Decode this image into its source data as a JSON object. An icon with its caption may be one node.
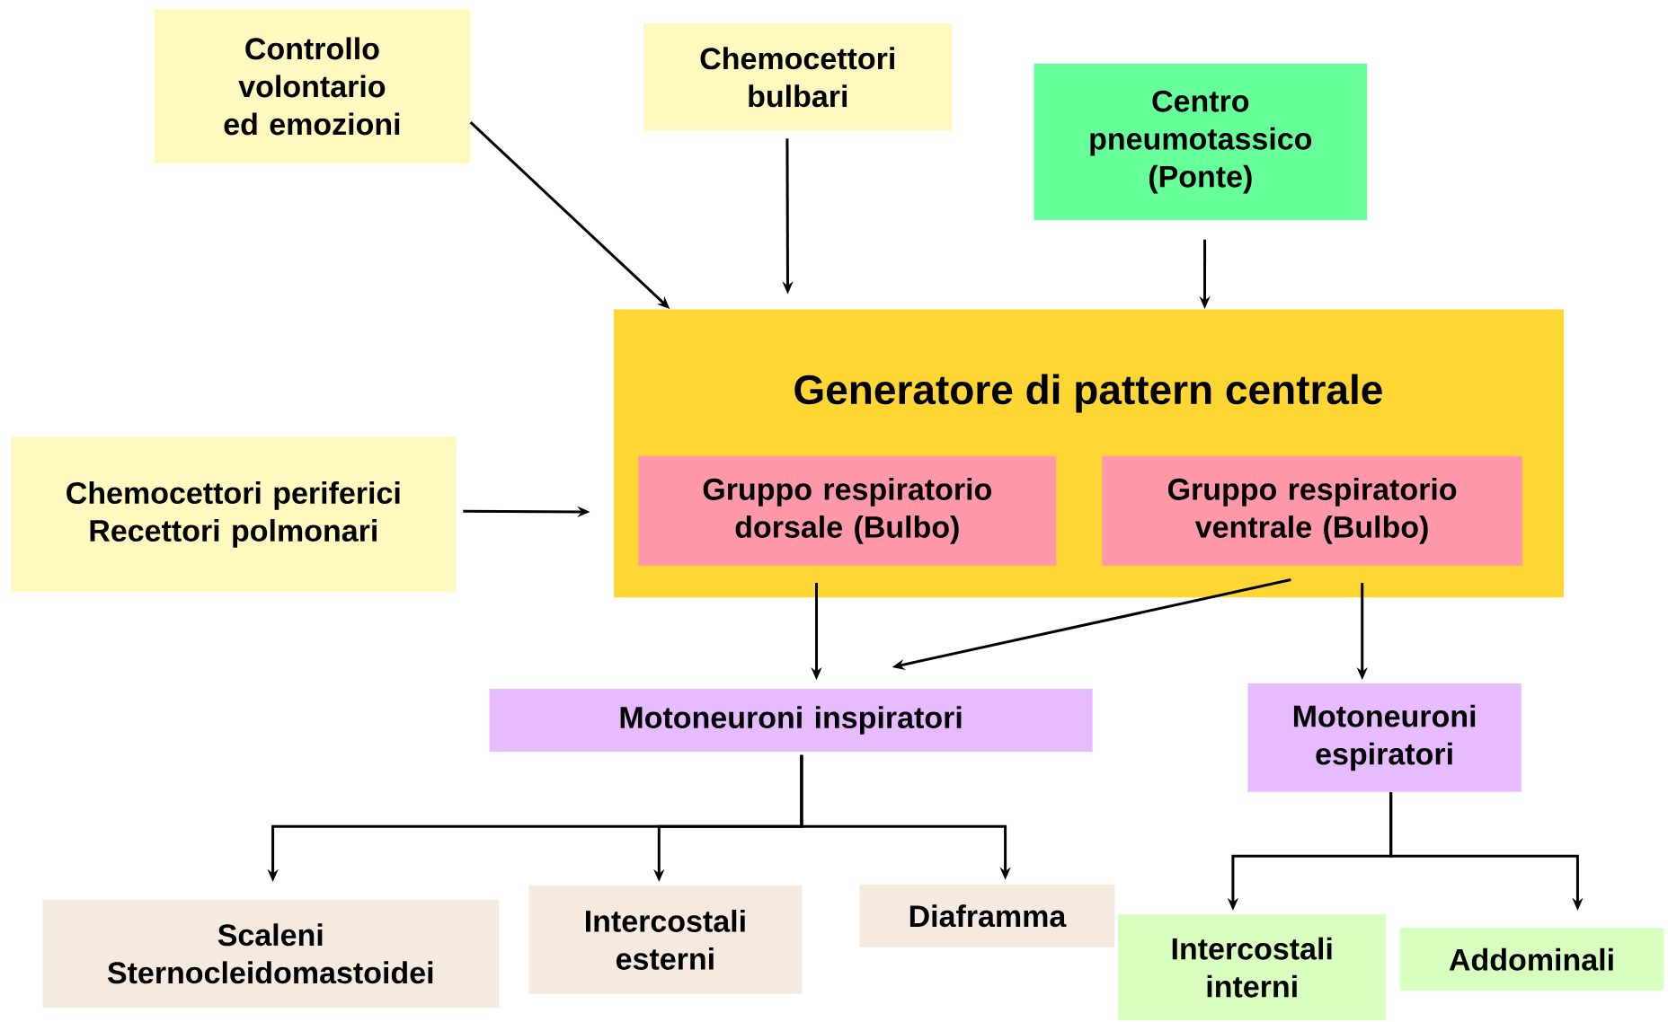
{
  "diagram": {
    "nodes": [
      {
        "text": [
          "Controllo volontario ed emozioni"
        ]
      },
      {
        "text": [
          "Chemocettori bulbari"
        ]
      },
      {
        "text": [
          "Centro pneumotassico (Ponte)"
        ]
      },
      {
        "text": [
          "Generatore di pattern centrale"
        ]
      },
      {
        "text": [
          "Gruppo respiratorio dorsale (Bulbo)"
        ],
        "in": 3
      },
      {
        "text": [
          "Gruppo respiratorio ventrale (Bulbo)"
        ],
        "in": 3
      },
      {
        "text": [
          "Chemocettori periferici",
          "Recettori polmonari"
        ]
      },
      {
        "text": [
          "Motoneuroni inspiratori"
        ]
      },
      {
        "text": [
          "Motoneuroni espiratori"
        ]
      },
      {
        "text": [
          "Scaleni Sternocleidomastoidei"
        ]
      },
      {
        "text": [
          "Intercostali esterni"
        ]
      },
      {
        "text": [
          "Diaframma"
        ]
      },
      {
        "text": [
          "Intercostali interni"
        ]
      },
      {
        "text": [
          "Addominali"
        ]
      }
    ],
    "edges": [
      {
        "from": 0,
        "to": 3,
        "arrow": "to"
      },
      {
        "from": 1,
        "to": 3,
        "arrow": "to"
      },
      {
        "from": 2,
        "to": 3,
        "arrow": "to"
      },
      {
        "from": 6,
        "to": 3,
        "arrow": "to"
      },
      {
        "from": 4,
        "to": 7,
        "arrow": "to"
      },
      {
        "from": 5,
        "to": 7,
        "arrow": "to"
      },
      {
        "from": 5,
        "to": 8,
        "arrow": "to"
      },
      {
        "from": 7,
        "to": 9,
        "arrow": "to"
      },
      {
        "from": 7,
        "to": 10,
        "arrow": "to"
      },
      {
        "from": 7,
        "to": 11,
        "arrow": "to"
      },
      {
        "from": 8,
        "to": 12,
        "arrow": "to"
      },
      {
        "from": 8,
        "to": 13,
        "arrow": "to"
      }
    ]
  }
}
